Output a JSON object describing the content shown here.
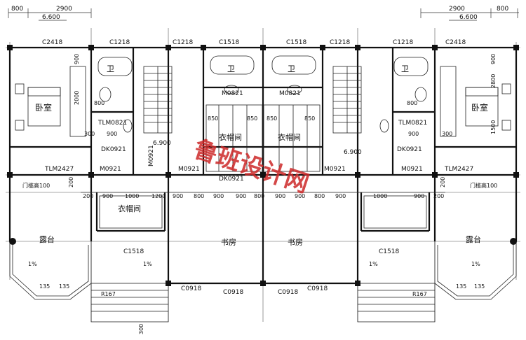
{
  "dims": {
    "top_left_800": "800",
    "top_left_2900": "2900",
    "top_left_6600": "6.600",
    "top_right_2900": "2900",
    "top_right_800": "800",
    "top_right_6600": "6.600",
    "row_dims": [
      "200",
      "900",
      "1000",
      "1200",
      "900",
      "800",
      "900",
      "900",
      "800",
      "900",
      "900",
      "800",
      "900",
      "1000",
      "900",
      "200"
    ],
    "left_vertical": [
      "900",
      "2000",
      "300",
      "200"
    ],
    "right_vertical": [
      "900",
      "2800",
      "1500",
      "300",
      "200"
    ],
    "d300_bottom": "300"
  },
  "windows": {
    "c2418_left": "C2418",
    "c1218_a": "C1218",
    "c1218_b": "C1218",
    "c1518_a": "C1518",
    "c1518_b": "C1518",
    "c1218_c": "C1218",
    "c1218_d": "C1218",
    "c2418_right": "C2418",
    "c1518_balc_left": "C1518",
    "c1518_balc_right": "C1518",
    "c0918": [
      "C0918",
      "C0918",
      "C0918",
      "C0918"
    ]
  },
  "doors": {
    "m0821_left": "M0821",
    "m0821_right": "M0821",
    "tlm0821_left": "TLM0821",
    "tlm0821_right": "TLM0821",
    "dk0921_left": "DK0921",
    "dk0921_right": "DK0921",
    "dk0921_mid": "DK0921",
    "m0921": [
      "M0921",
      "M0921",
      "M0921",
      "M0921",
      "M0921"
    ],
    "tlm2427_left": "TLM2427",
    "tlm2427_right": "TLM2427"
  },
  "rooms": {
    "bath": "卫",
    "bedroom": "卧室",
    "wardrobe": "衣帽间",
    "study": "书房",
    "terrace": "露台"
  },
  "labels": {
    "elev_6900": "6.900",
    "railing_left": "门槛高100",
    "railing_right": "门槛高100",
    "slope": "1%",
    "d800": "800",
    "d900": "900",
    "d850": "850",
    "d135": "135",
    "r167": "R167"
  },
  "watermark": "鲁班设计网",
  "colors": {
    "watermark": "#cd2828",
    "lines": "#111111",
    "background": "#ffffff"
  }
}
